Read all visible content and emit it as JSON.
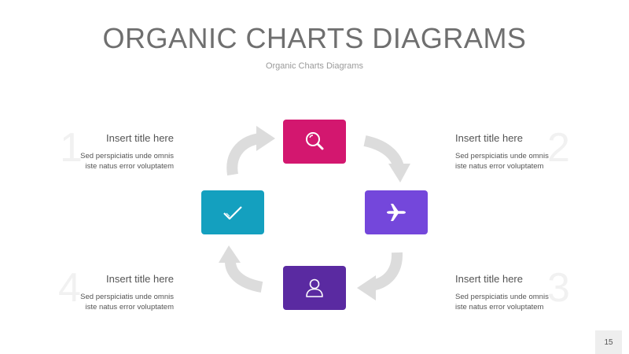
{
  "header": {
    "title": "ORGANIC CHARTS DIAGRAMS",
    "subtitle": "Organic Charts Diagrams"
  },
  "colors": {
    "top_box": "#d3176f",
    "right_box": "#7447db",
    "bottom_box": "#5a2aa1",
    "left_box": "#14a0bf",
    "arrow": "#dcdcdc"
  },
  "icons": {
    "top": "search-icon",
    "right": "airplane-icon",
    "bottom": "user-icon",
    "left": "checkmark-icon"
  },
  "items": [
    {
      "number": "1",
      "title": "Insert title here",
      "line1": "Sed perspiciatis unde omnis",
      "line2": "iste natus error voluptatem"
    },
    {
      "number": "2",
      "title": "Insert title here",
      "line1": "Sed perspiciatis unde omnis",
      "line2": "iste natus error voluptatem"
    },
    {
      "number": "3",
      "title": "Insert title here",
      "line1": "Sed perspiciatis unde omnis",
      "line2": "iste natus error voluptatem"
    },
    {
      "number": "4",
      "title": "Insert title here",
      "line1": "Sed perspiciatis unde omnis",
      "line2": "iste natus error voluptatem"
    }
  ],
  "page_number": "15"
}
